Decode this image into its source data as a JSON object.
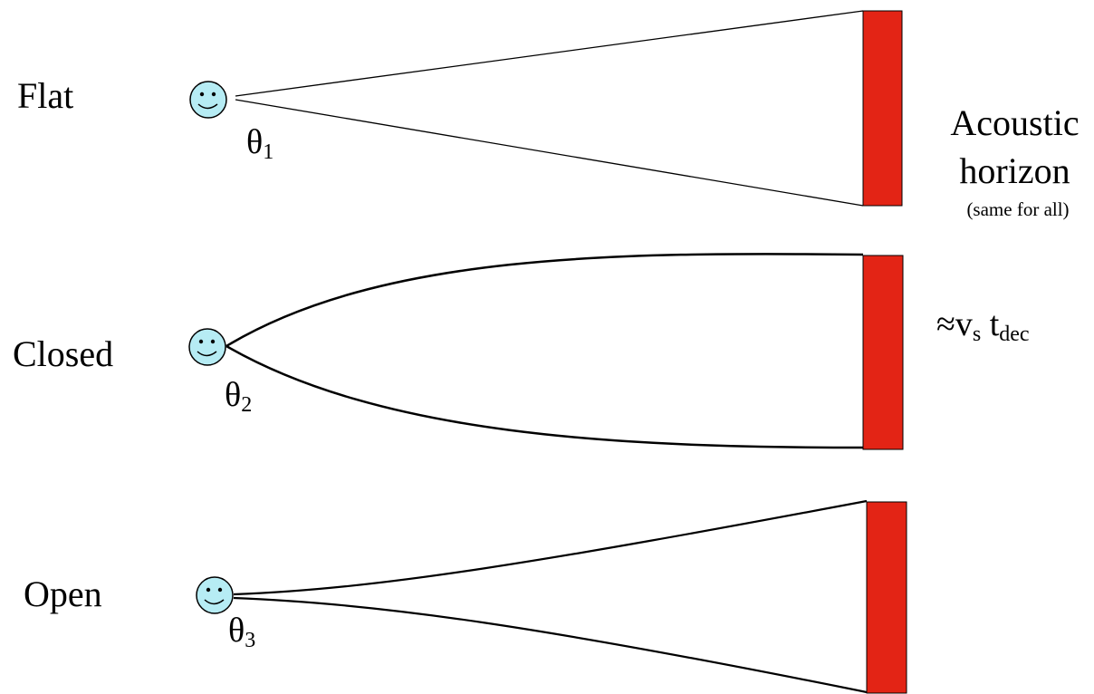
{
  "colors": {
    "wall": "#e32415",
    "wall_border": "#000000",
    "face_fill": "#b6ecf4",
    "face_stroke": "#000000",
    "line": "#000000",
    "background": "#ffffff"
  },
  "rows": [
    {
      "id": "flat",
      "label": "Flat",
      "theta_symbol": "θ",
      "theta_index": "1",
      "curve": "straight"
    },
    {
      "id": "closed",
      "label": "Closed",
      "theta_symbol": "θ",
      "theta_index": "2",
      "curve": "bowed-out"
    },
    {
      "id": "open",
      "label": "Open",
      "theta_symbol": "θ",
      "theta_index": "3",
      "curve": "bowed-in"
    }
  ],
  "observer_icon": "smiley-face-icon",
  "horizon": {
    "line1": "Acoustic",
    "line2": "horizon",
    "note": "(same for all)"
  },
  "formula": {
    "approx": "≈",
    "v": "v",
    "v_sub": "s",
    "t": "t",
    "t_sub": "dec"
  }
}
